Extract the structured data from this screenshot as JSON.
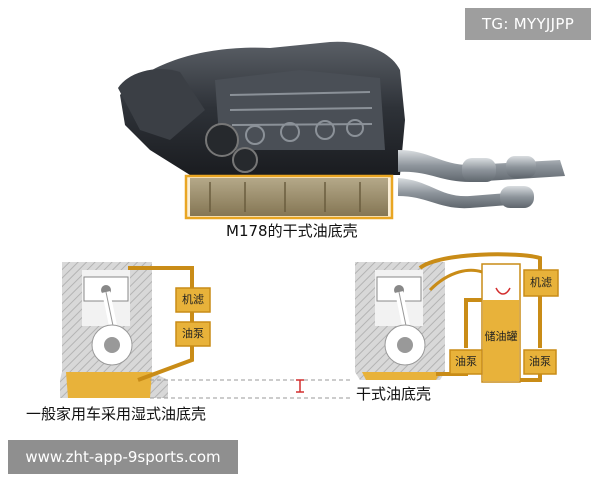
{
  "watermark": {
    "tg": "TG: MYYJJPP",
    "url": "www.zht-app-9sports.com"
  },
  "engine_caption": "M178的干式油底壳",
  "wet_sump": {
    "caption": "一般家用车采用湿式油底壳",
    "filter_label": "机滤",
    "pump_label": "油泵"
  },
  "dry_sump": {
    "caption": "干式油底壳",
    "filter_label": "机滤",
    "pump_left_label": "油泵",
    "pump_right_label": "油泵",
    "tank_label": "储油罐"
  },
  "colors": {
    "oil": "#e8b23a",
    "oil_dark": "#c98c17",
    "highlight_box": "#e9a623",
    "hatch": "#bdbdbd"
  }
}
